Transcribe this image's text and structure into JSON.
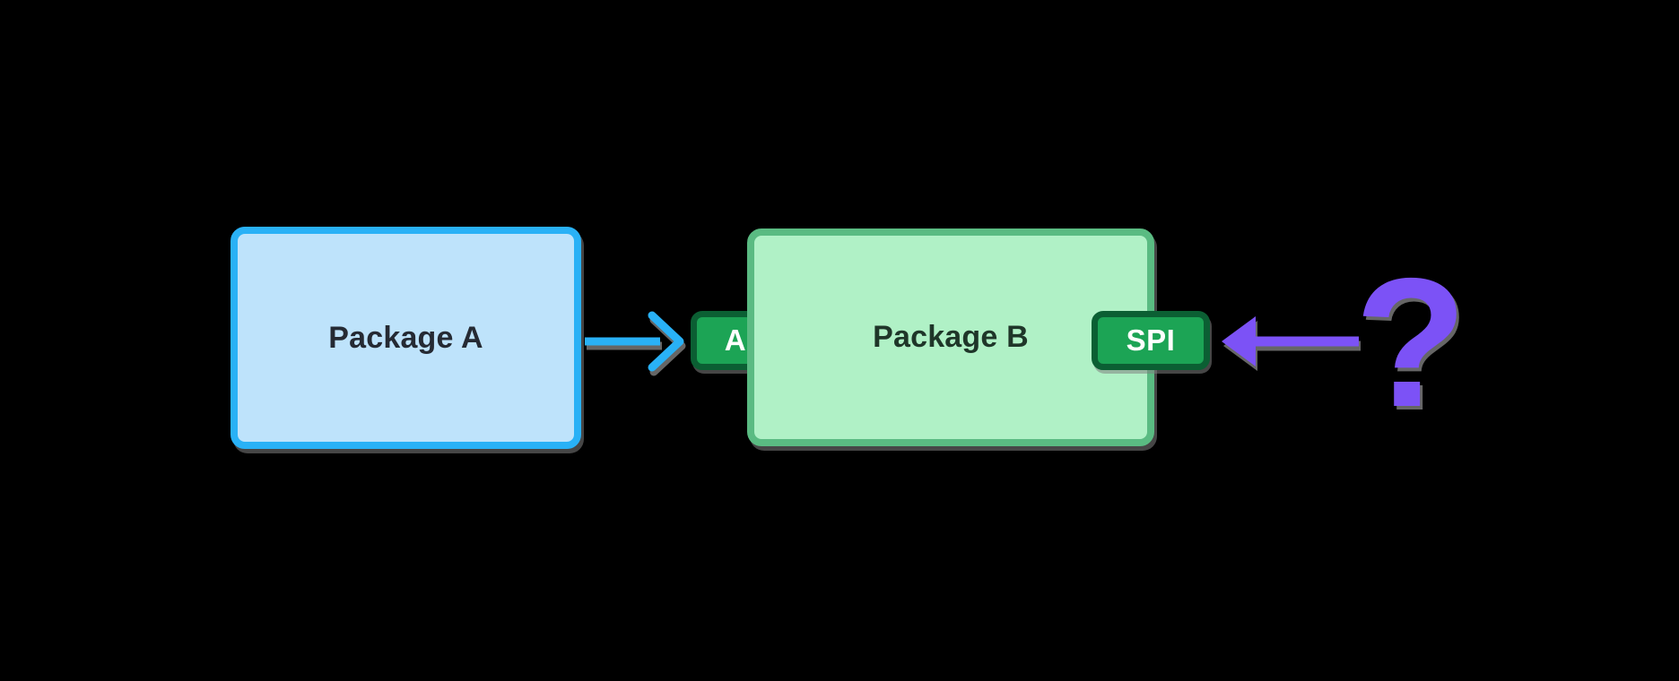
{
  "diagram": {
    "package_a": {
      "label": "Package A"
    },
    "package_b": {
      "label": "Package B"
    },
    "api_badge": {
      "label": "API"
    },
    "spi_badge": {
      "label": "SPI"
    },
    "question_mark": {
      "symbol": "?"
    },
    "colors": {
      "background": "#000000",
      "blue_accent": "#29B1F6",
      "blue_fill": "#BEE3FB",
      "green_border": "#5ABB82",
      "green_fill": "#B0F1C6",
      "badge_green": "#1CA455",
      "badge_border": "#0B5F33",
      "badge_text": "#FFFFFF",
      "purple": "#7C52F6",
      "label_dark": "#252A33",
      "label_dark_green": "#1F3629",
      "shadow_gray": "#808080"
    }
  }
}
